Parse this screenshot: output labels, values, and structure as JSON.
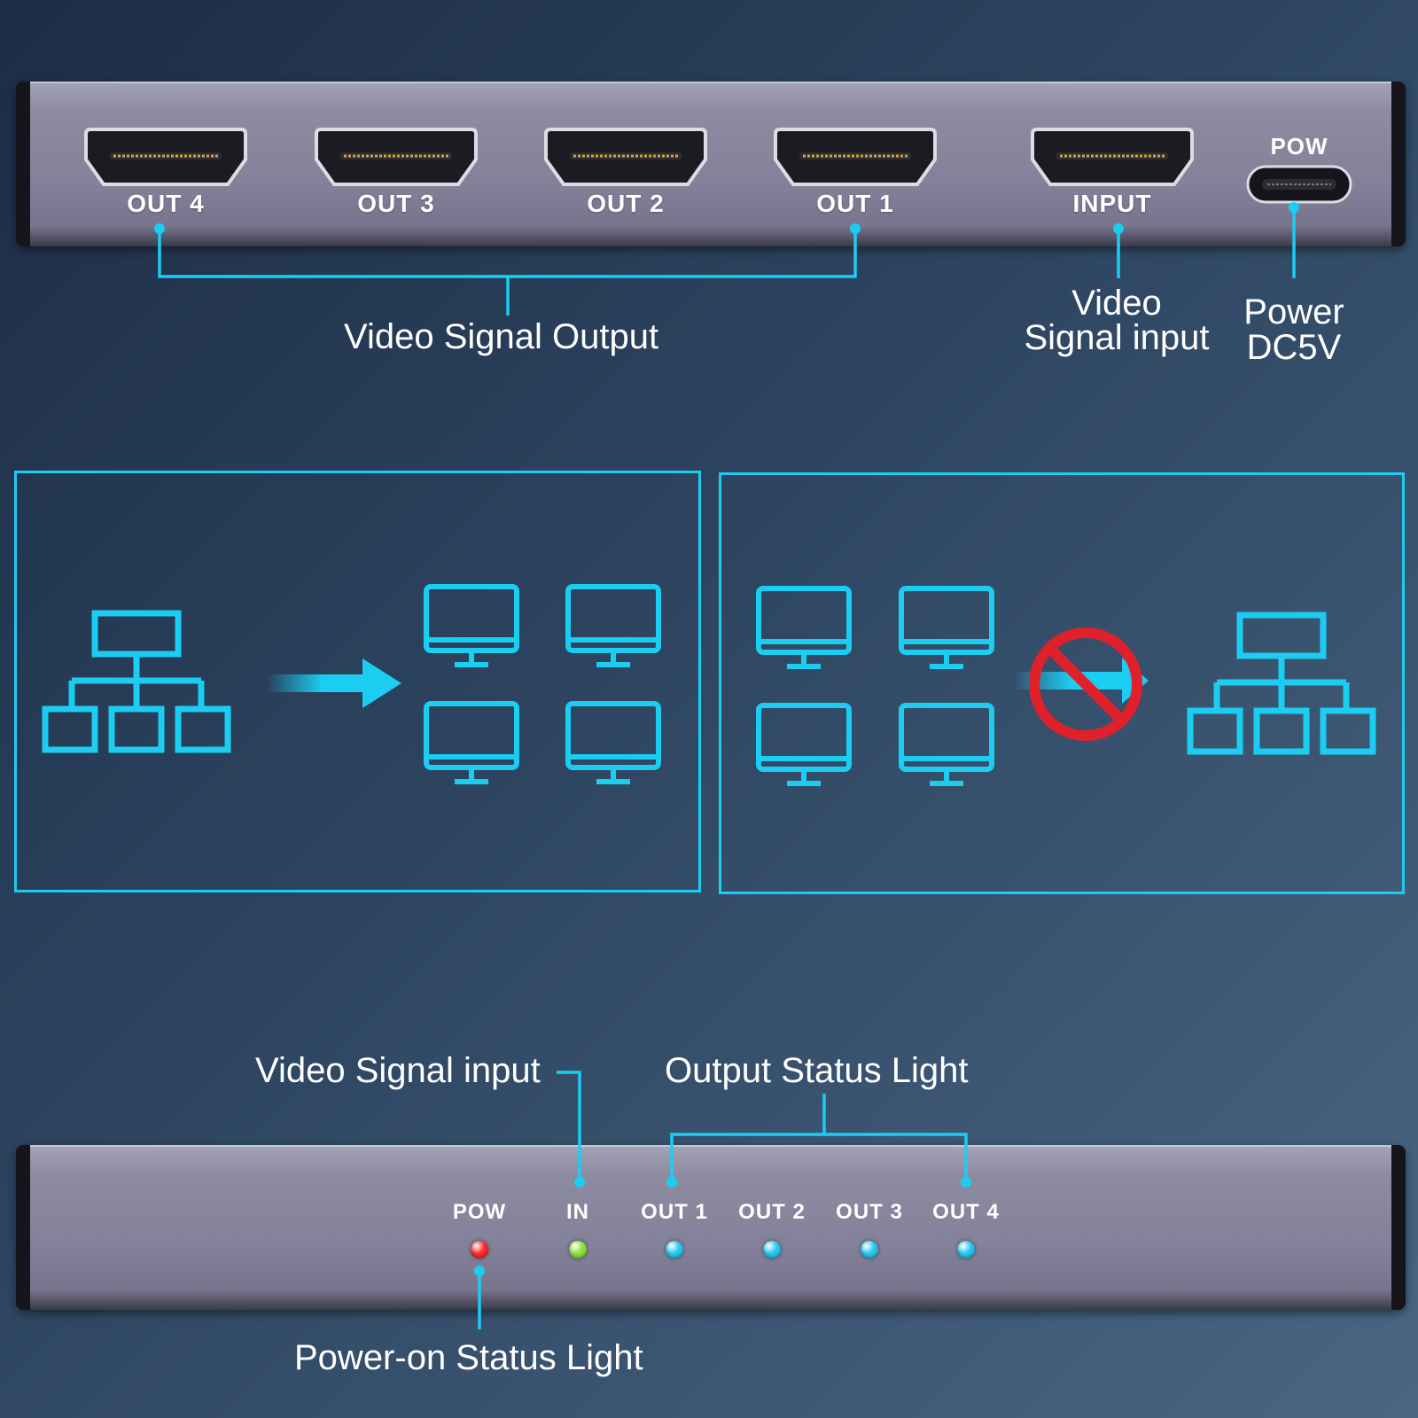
{
  "colors": {
    "accent": "#1ccdf2",
    "prohibit": "#e0202a",
    "led_pow": "#ff2a2a",
    "led_in": "#8fe23a",
    "led_out": "#27c7f2"
  },
  "top_panel": {
    "ports": [
      {
        "label": "OUT 4"
      },
      {
        "label": "OUT 3"
      },
      {
        "label": "OUT 2"
      },
      {
        "label": "OUT 1"
      },
      {
        "label": "INPUT"
      }
    ],
    "pow_label": "POW"
  },
  "captions": {
    "video_signal_output": "Video Signal Output",
    "video_signal_input_line1": "Video",
    "video_signal_input_line2": "Signal input",
    "power_line1": "Power",
    "power_line2": "DC5V"
  },
  "diagram": {
    "left_panel_icons": [
      "network-hierarchy-icon",
      "arrow-right-icon",
      "monitor-icon",
      "monitor-icon",
      "monitor-icon",
      "monitor-icon"
    ],
    "right_panel_icons": [
      "monitor-icon",
      "monitor-icon",
      "monitor-icon",
      "monitor-icon",
      "prohibited-icon",
      "arrow-right-icon",
      "network-hierarchy-icon"
    ]
  },
  "bottom_panel": {
    "leds": [
      {
        "label": "POW",
        "color": "#ff2a2a"
      },
      {
        "label": "IN",
        "color": "#8fe23a"
      },
      {
        "label": "OUT 1",
        "color": "#27c7f2"
      },
      {
        "label": "OUT 2",
        "color": "#27c7f2"
      },
      {
        "label": "OUT 3",
        "color": "#27c7f2"
      },
      {
        "label": "OUT 4",
        "color": "#27c7f2"
      }
    ],
    "captions": {
      "video_signal_input": "Video Signal input",
      "output_status_light": "Output Status Light",
      "power_on_status_light": "Power-on Status Light"
    }
  }
}
